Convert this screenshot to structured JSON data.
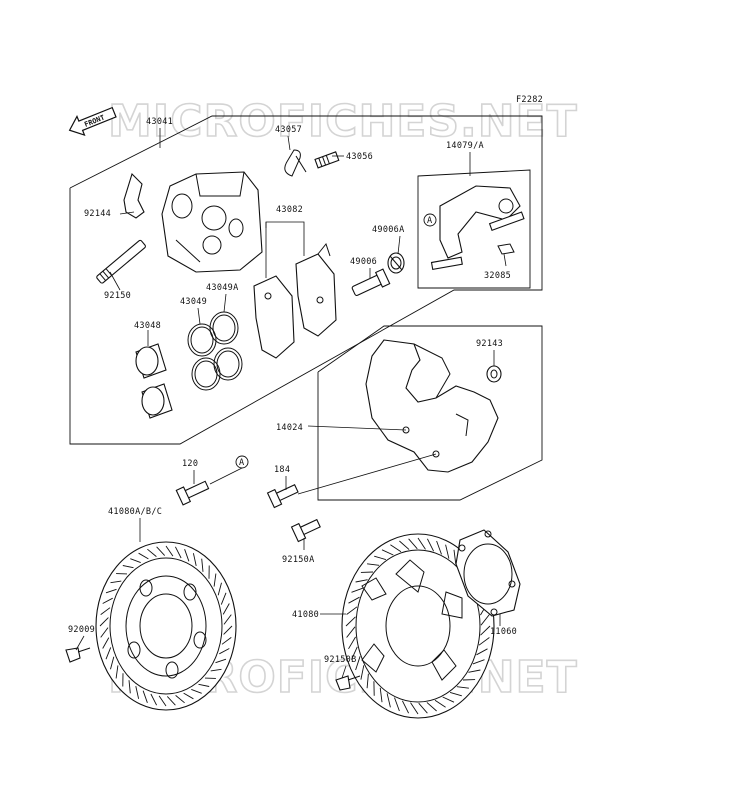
{
  "figure_code": "F2282",
  "front_label": "FRONT",
  "watermark_text": "MICROFICHES.NET",
  "ref_marker": "A",
  "parts": {
    "p43041": "43041",
    "p43057": "43057",
    "p43056": "43056",
    "p14079A": "14079/A",
    "p92144": "92144",
    "p43082": "43082",
    "p49006A": "49006A",
    "p49006": "49006",
    "p32085": "32085",
    "p92150": "92150",
    "p43049": "43049",
    "p43049A": "43049A",
    "p43048": "43048",
    "p92143": "92143",
    "p14024": "14024",
    "p120": "120",
    "p184": "184",
    "p41080ABC": "41080A/B/C",
    "p92150A": "92150A",
    "p41080": "41080",
    "p11060": "11060",
    "p92009": "92009",
    "p92150B": "92150B"
  }
}
